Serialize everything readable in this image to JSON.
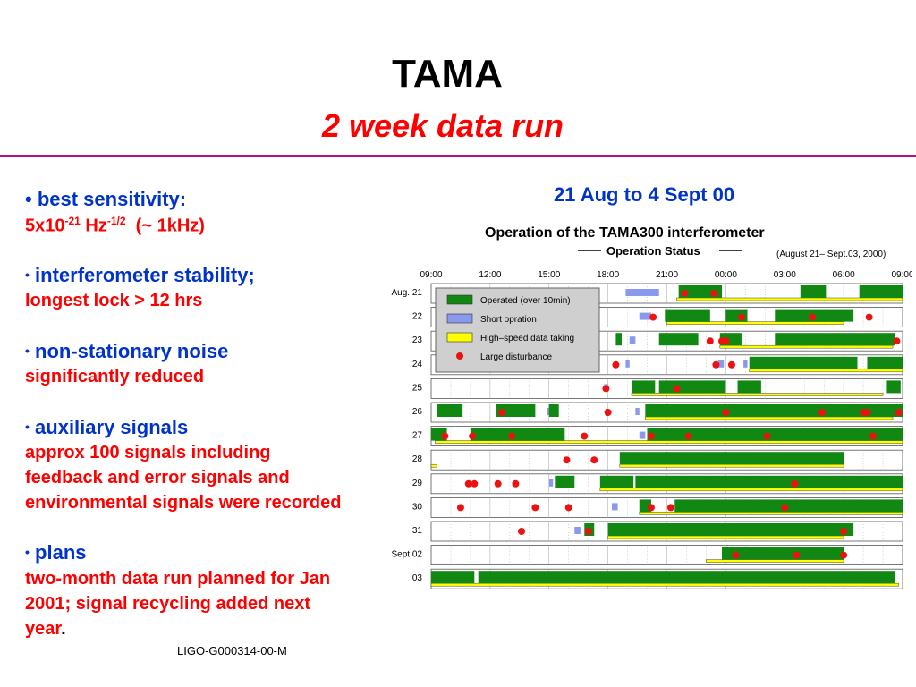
{
  "slide": {
    "title": "TAMA",
    "subtitle": "2 week data run",
    "date_range": "21 Aug to 4 Sept 00",
    "footer": "LIGO-G000314-00-M"
  },
  "bullets": {
    "sensitivity": {
      "bullet": "•",
      "heading": "best sensitivity:",
      "base": "5x10",
      "exp1": "-21",
      "unit": "Hz",
      "exp2": "-1/2",
      "suffix": "(~ 1kHz)"
    },
    "stability": {
      "bullet": "•",
      "heading": "interferometer stability;",
      "lines": [
        "longest lock > 12 hrs"
      ]
    },
    "nonstationary": {
      "bullet": "•",
      "heading": "non-stationary noise",
      "lines": [
        "significantly reduced"
      ]
    },
    "auxiliary": {
      "bullet": "•",
      "heading": "auxiliary signals",
      "lines": [
        "approx 100 signals including",
        "feedback and error signals and",
        "environmental signals were  recorded"
      ]
    },
    "plans": {
      "bullet": "•",
      "heading": "plans",
      "lines": [
        "two-month data run planned for Jan",
        "2001; signal recycling added next",
        "year"
      ],
      "tail": "."
    }
  },
  "chart_data": {
    "type": "timeline",
    "title": "Operation of the TAMA300 interferometer",
    "subtitle": "Operation Status",
    "note": "(August 21– Sept.03, 2000)",
    "x_ticks": [
      "09:00",
      "12:00",
      "15:00",
      "18:00",
      "21:00",
      "00:00",
      "03:00",
      "06:00",
      "09:00"
    ],
    "x_range_hours": [
      0,
      24
    ],
    "rows": [
      "Aug. 21",
      "22",
      "23",
      "24",
      "25",
      "26",
      "27",
      "28",
      "29",
      "30",
      "31",
      "Sept.02",
      "03"
    ],
    "legend": [
      {
        "key": "operated",
        "label": "Operated (over 10min)",
        "color": "#118811"
      },
      {
        "key": "short",
        "label": "Short opration",
        "color": "#8899ee"
      },
      {
        "key": "highspeed",
        "label": "High–speed data taking",
        "color": "#ffff00"
      },
      {
        "key": "disturbance",
        "label": "Large disturbance",
        "color": "#ee1111"
      }
    ],
    "segments": [
      {
        "operated": [
          [
            12.6,
            14.8
          ],
          [
            18.8,
            20.1
          ],
          [
            21.8,
            24.0
          ]
        ],
        "short": [
          [
            9.9,
            11.6
          ]
        ],
        "highspeed": [
          [
            12.5,
            24.0
          ]
        ],
        "disturbance": [
          12.9,
          14.4
        ]
      },
      {
        "operated": [
          [
            11.9,
            14.2
          ],
          [
            15.0,
            16.1
          ],
          [
            17.5,
            21.5
          ]
        ],
        "short": [
          [
            10.6,
            11.2
          ]
        ],
        "highspeed": [
          [
            12.0,
            21.0
          ]
        ],
        "disturbance": [
          11.3,
          15.8,
          19.4,
          22.3
        ]
      },
      {
        "operated": [
          [
            9.4,
            9.7
          ],
          [
            11.6,
            13.6
          ],
          [
            14.7,
            15.8
          ],
          [
            17.5,
            23.6
          ]
        ],
        "short": [
          [
            10.1,
            10.4
          ]
        ],
        "highspeed": [
          [
            14.7,
            23.5
          ]
        ],
        "disturbance": [
          14.2,
          14.8,
          15.0,
          23.7
        ]
      },
      {
        "operated": [
          [
            16.2,
            21.7
          ],
          [
            22.2,
            24.0
          ]
        ],
        "short": [
          [
            9.9,
            10.1
          ],
          [
            14.6,
            14.9
          ],
          [
            15.9,
            16.1
          ]
        ],
        "highspeed": [
          [
            16.2,
            24.0
          ]
        ],
        "disturbance": [
          9.4,
          14.5,
          15.3
        ]
      },
      {
        "operated": [
          [
            10.2,
            11.4
          ],
          [
            11.6,
            15.0
          ],
          [
            15.6,
            16.8
          ],
          [
            23.2,
            23.9
          ]
        ],
        "short": [
          [
            8.8,
            9.0
          ]
        ],
        "highspeed": [
          [
            10.2,
            23.0
          ]
        ],
        "disturbance": [
          8.9,
          12.5
        ]
      },
      {
        "operated": [
          [
            0.3,
            1.6
          ],
          [
            3.3,
            5.3
          ],
          [
            6.0,
            6.5
          ],
          [
            10.9,
            24.0
          ]
        ],
        "short": [
          [
            5.9,
            6.1
          ],
          [
            10.4,
            10.6
          ]
        ],
        "highspeed": [
          [
            10.9,
            23.5
          ]
        ],
        "disturbance": [
          3.6,
          9.0,
          15.0,
          19.9,
          22.0,
          22.2,
          23.8
        ]
      },
      {
        "operated": [
          [
            0.0,
            0.8
          ],
          [
            2.0,
            6.8
          ],
          [
            11.0,
            24.0
          ]
        ],
        "short": [
          [
            10.6,
            10.9
          ]
        ],
        "highspeed": [
          [
            0.2,
            24.0
          ]
        ],
        "disturbance": [
          0.7,
          2.1,
          4.1,
          7.8,
          11.2,
          13.1,
          17.1,
          22.5
        ]
      },
      {
        "operated": [
          [
            9.6,
            21.0
          ]
        ],
        "short": [],
        "highspeed": [
          [
            0.0,
            0.3
          ],
          [
            9.6,
            21.0
          ]
        ],
        "disturbance": [
          6.9,
          8.3
        ]
      },
      {
        "operated": [
          [
            6.3,
            7.3
          ],
          [
            8.6,
            10.3
          ],
          [
            10.4,
            24.0
          ]
        ],
        "short": [
          [
            6.0,
            6.2
          ]
        ],
        "highspeed": [
          [
            8.6,
            24.0
          ]
        ],
        "disturbance": [
          1.9,
          2.2,
          3.4,
          4.3,
          18.5
        ]
      },
      {
        "operated": [
          [
            10.6,
            11.2
          ],
          [
            12.4,
            24.0
          ]
        ],
        "short": [
          [
            9.2,
            9.5
          ]
        ],
        "highspeed": [
          [
            10.6,
            24.0
          ]
        ],
        "disturbance": [
          1.5,
          5.3,
          7.0,
          11.2,
          12.2,
          18.0
        ]
      },
      {
        "operated": [
          [
            7.8,
            8.3
          ],
          [
            9.0,
            21.5
          ]
        ],
        "short": [
          [
            7.3,
            7.6
          ]
        ],
        "highspeed": [
          [
            9.0,
            21.0
          ]
        ],
        "disturbance": [
          4.6,
          8.0,
          21.0
        ]
      },
      {
        "operated": [
          [
            14.8,
            21.0
          ]
        ],
        "short": [],
        "highspeed": [
          [
            14.0,
            21.0
          ]
        ],
        "disturbance": [
          15.5,
          18.6,
          21.0
        ]
      },
      {
        "operated": [
          [
            0.0,
            2.2
          ],
          [
            2.4,
            23.6
          ]
        ],
        "short": [],
        "highspeed": [
          [
            0.0,
            23.8
          ]
        ],
        "disturbance": []
      }
    ]
  }
}
